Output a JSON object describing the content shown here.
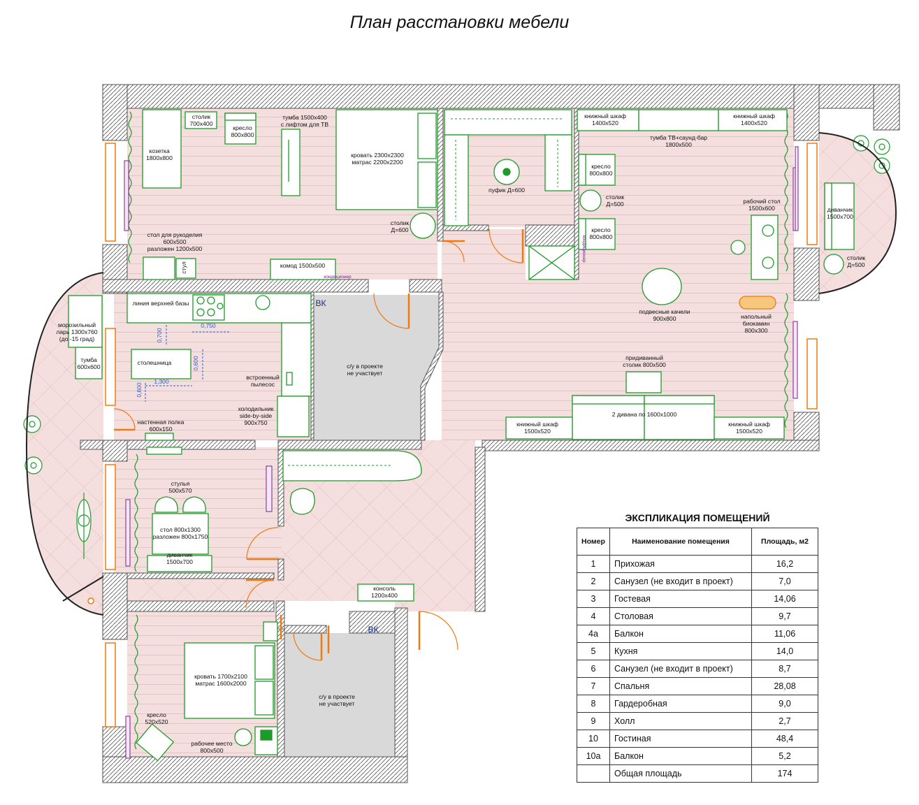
{
  "title": "План расстановки мебели",
  "labels": {
    "kozetka": [
      "козетка",
      "1800х800"
    ],
    "stolik1": [
      "столик",
      "700х400"
    ],
    "kreslo1": [
      "кресло",
      "800х800"
    ],
    "tumba_tv1": [
      "тумба 1500х400",
      "с лифтом для ТВ"
    ],
    "krovat1": [
      "кровать 2300х2300",
      "матрас 2200х2200"
    ],
    "stolik_d600": [
      "столик",
      "Д=600"
    ],
    "pufik": [
      "пуфик Д=600"
    ],
    "stol_ruk": [
      "стол для рукоделия",
      "600х500",
      "разложен 1200х500"
    ],
    "stul_small": [
      "стул"
    ],
    "komod": [
      "комод 1500х500"
    ],
    "kond1": [
      "кондиционер"
    ],
    "kond2": [
      "кондиционер"
    ],
    "kn_shkaf1": [
      "книжный шкаф",
      "1400х520"
    ],
    "kn_shkaf2": [
      "книжный шкаф",
      "1400х520"
    ],
    "tumba_tv2": [
      "тумба ТВ+саунд-бар",
      "1800х500"
    ],
    "kreslo2": [
      "кресло",
      "800х800"
    ],
    "stolik_d500a": [
      "столик",
      "Д=500"
    ],
    "kreslo3": [
      "кресло",
      "800х800"
    ],
    "rab_stol": [
      "рабочий стол",
      "1500х600"
    ],
    "divanchik1": [
      "диванчик",
      "1500х700"
    ],
    "stolik_d500b": [
      "столик",
      "Д=500"
    ],
    "liniya": [
      "линия верхней базы"
    ],
    "vk1": [
      "ВК"
    ],
    "moroz": [
      "морозильный",
      "ларь 1300х760",
      "(до -15 град)"
    ],
    "tumba600": [
      "тумба",
      "600х600"
    ],
    "stoleshnica": [
      "столешница"
    ],
    "pylesos": [
      "встроенный",
      "пылесос"
    ],
    "holod": [
      "холодильник",
      "side-by-side",
      "900х750"
    ],
    "su1": [
      "с/у в проекте",
      "не участвует"
    ],
    "kacheli": [
      "подвесные качели",
      "900х800"
    ],
    "biokamin": [
      "напольный",
      "биокамин",
      "800х300"
    ],
    "pristolik": [
      "придиванный",
      "столик 800х500"
    ],
    "divany": [
      "2 дивана по 1600х1000"
    ],
    "kn_shkaf3": [
      "книжный шкаф",
      "1500х520"
    ],
    "kn_shkaf4": [
      "книжный шкаф",
      "1500х520"
    ],
    "polka": [
      "настенная полка",
      "600х150"
    ],
    "stulya": [
      "стулья",
      "500х570"
    ],
    "stol_din": [
      "стол 800х1300",
      "разложен 800х1750"
    ],
    "divanchik2": [
      "диванчик",
      "1500х700"
    ],
    "konsol": [
      "консоль",
      "1200х400"
    ],
    "vk2": [
      "ВК"
    ],
    "krovat2": [
      "кровать 1700х2100",
      "матрас 1600х2000"
    ],
    "su2": [
      "с/у в проекте",
      "не участвует"
    ],
    "kreslo4": [
      "кресло",
      "520х520"
    ],
    "rab_mesto": [
      "рабочее место",
      "800х500"
    ]
  },
  "dimensions": [
    "0,750",
    "0,700",
    "0,600",
    "1,300",
    "0,600"
  ],
  "explication": {
    "title": "ЭКСПЛИКАЦИЯ ПОМЕЩЕНИЙ",
    "headers": [
      "Номер",
      "Наименование помещения",
      "Площадь, м2"
    ],
    "rows": [
      {
        "num": "1",
        "name": "Прихожая",
        "area": "16,2"
      },
      {
        "num": "2",
        "name": "Санузел (не входит в проект)",
        "area": "7,0"
      },
      {
        "num": "3",
        "name": "Гостевая",
        "area": "14,06"
      },
      {
        "num": "4",
        "name": "Столовая",
        "area": "9,7"
      },
      {
        "num": "4а",
        "name": "Балкон",
        "area": "11,06"
      },
      {
        "num": "5",
        "name": "Кухня",
        "area": "14,0"
      },
      {
        "num": "6",
        "name": "Санузел (не входит в проект)",
        "area": "8,7"
      },
      {
        "num": "7",
        "name": "Спальня",
        "area": "28,08"
      },
      {
        "num": "8",
        "name": "Гардеробная",
        "area": "9,0"
      },
      {
        "num": "9",
        "name": "Холл",
        "area": "2,7"
      },
      {
        "num": "10",
        "name": "Гостиная",
        "area": "48,4"
      },
      {
        "num": "10а",
        "name": "Балкон",
        "area": "5,2"
      },
      {
        "num": "",
        "name": "Общая площадь",
        "area": "174"
      }
    ]
  },
  "colors": {
    "wall": "#8c8c8c",
    "floor": "#f3dcdc",
    "furniture": "#1e9a2a",
    "door": "#f07a10",
    "wet": "#d9d9d9",
    "accent": "#7a1f8a"
  }
}
